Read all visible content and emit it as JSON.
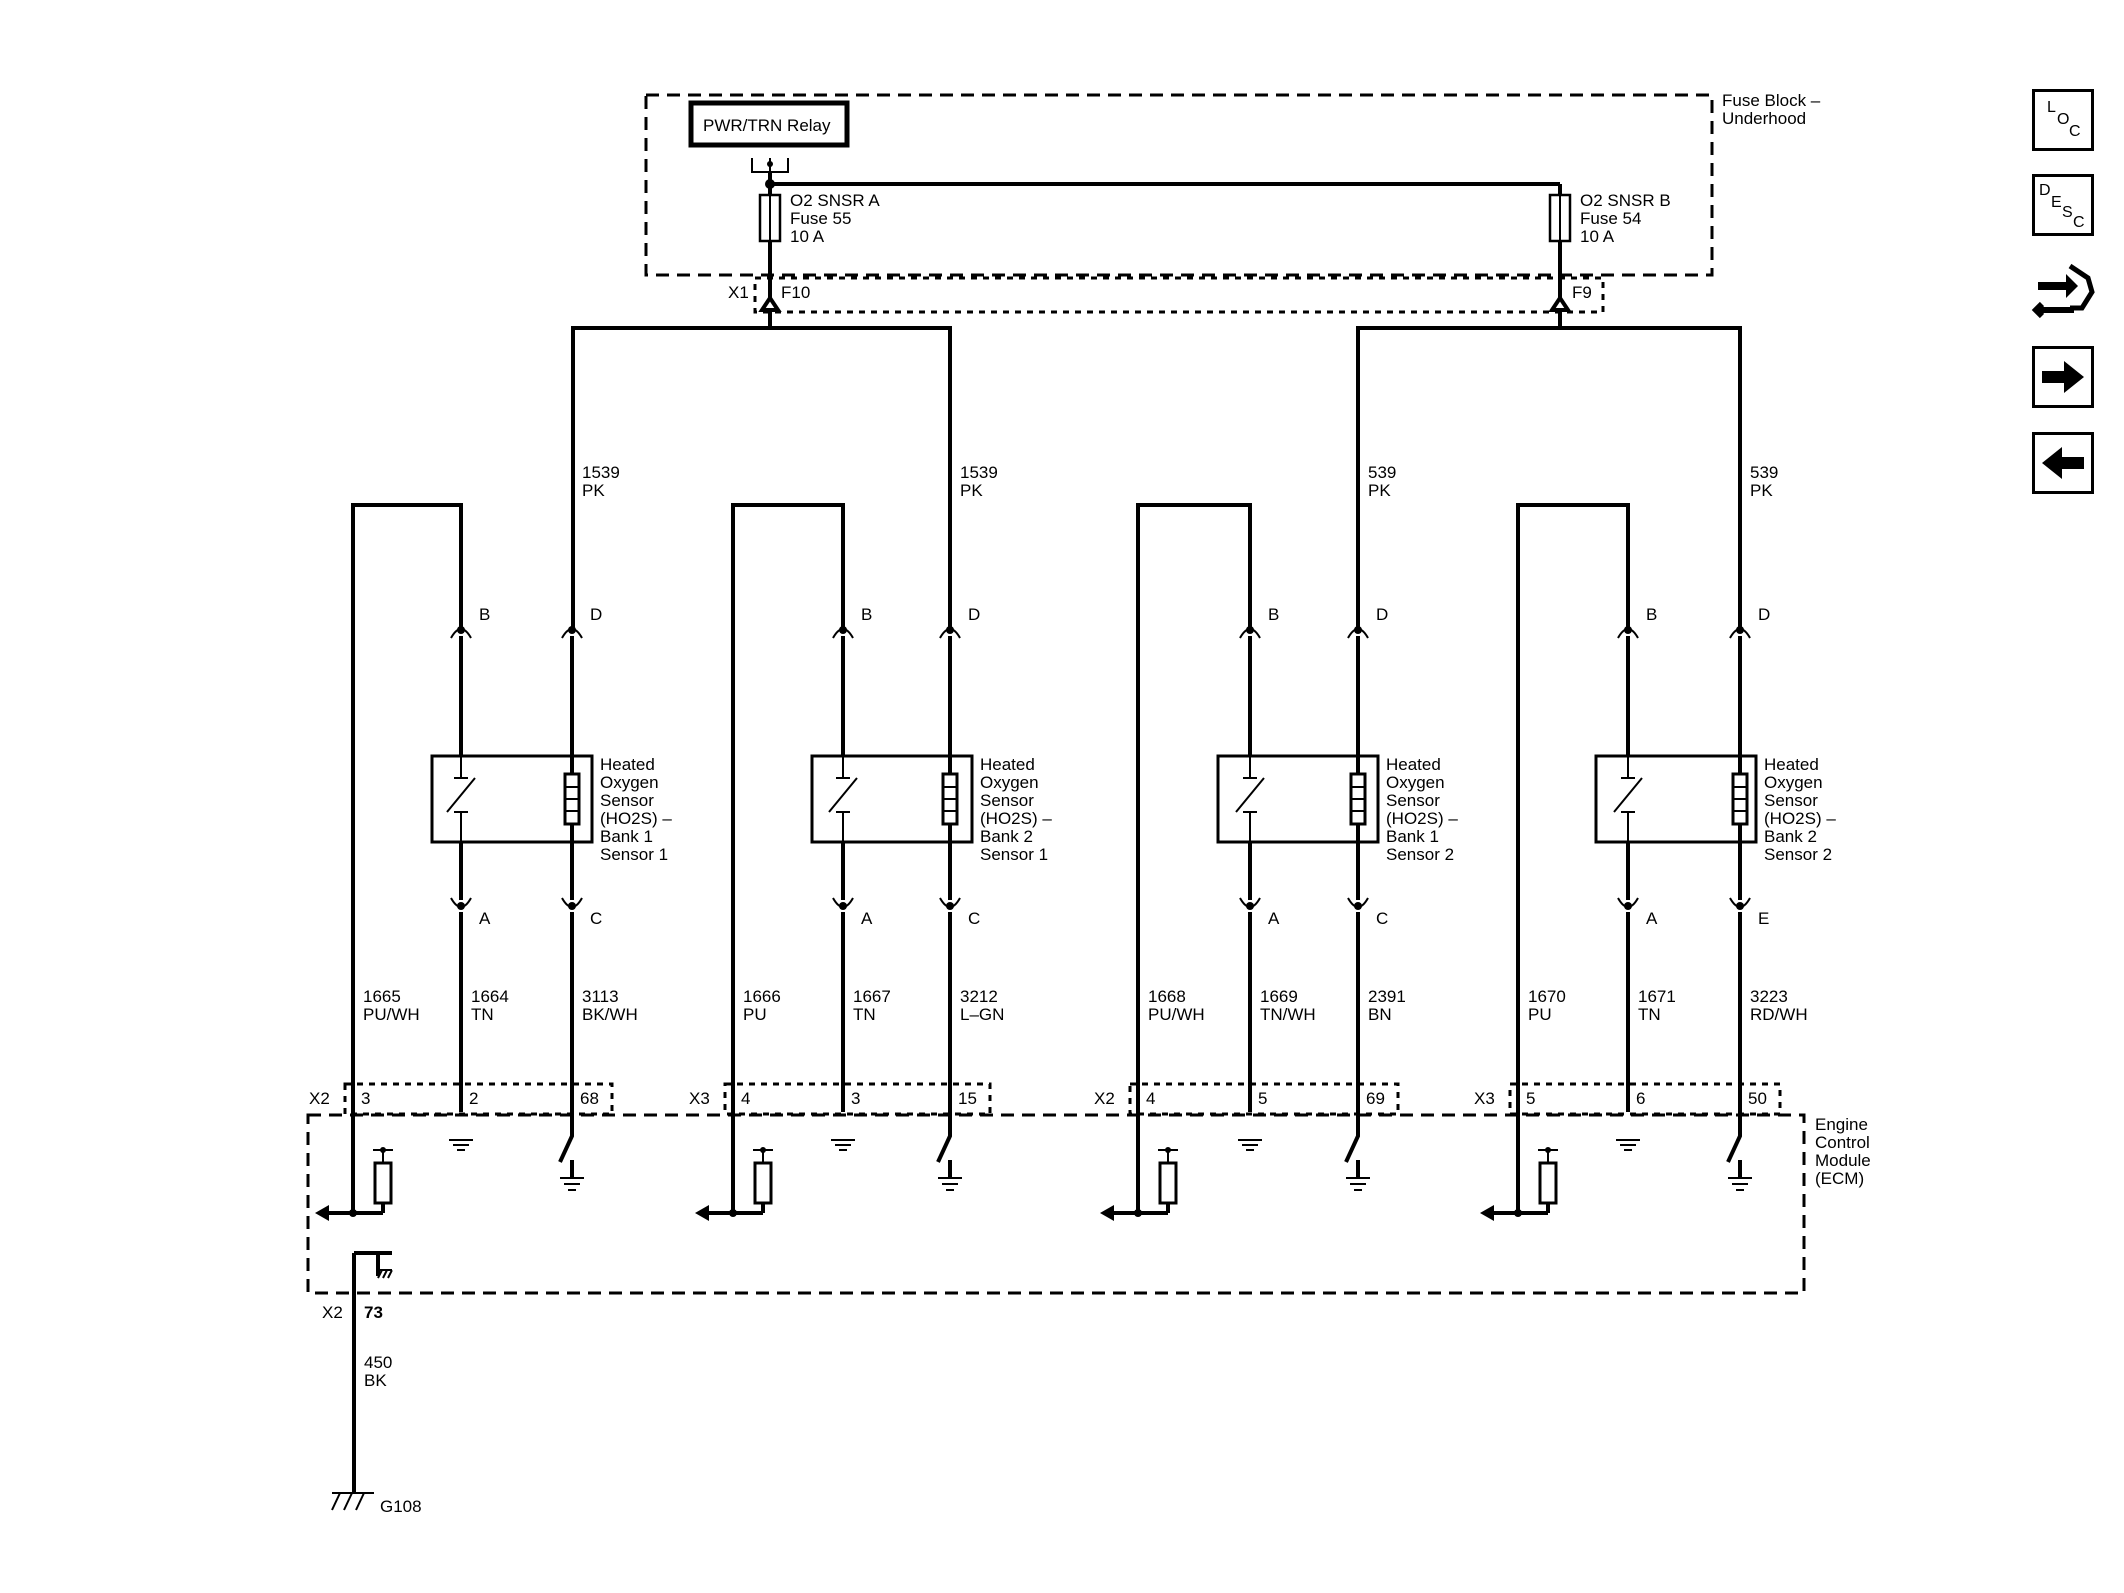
{
  "fuse_block": {
    "label_line1": "Fuse Block –",
    "label_line2": "Underhood",
    "relay": "PWR/TRN Relay",
    "fuse_a": {
      "line1": "O2 SNSR A",
      "line2": "Fuse 55",
      "line3": "10 A",
      "connector": "X1",
      "pin": "F10"
    },
    "fuse_b": {
      "line1": "O2 SNSR B",
      "line2": "Fuse 54",
      "line3": "10 A",
      "pin": "F9"
    }
  },
  "sensors": [
    {
      "name": [
        "Heated",
        "Oxygen",
        "Sensor",
        "(HO2S)  –",
        "Bank 1",
        "Sensor 1"
      ],
      "pins": {
        "top_left": "B",
        "top_right": "D",
        "bottom_left": "A",
        "bottom_right": "C"
      },
      "supply_wire": {
        "circuit": "1539",
        "color": "PK"
      },
      "wires": [
        {
          "circuit": "1665",
          "color": "PU/WH"
        },
        {
          "circuit": "1664",
          "color": "TN"
        },
        {
          "circuit": "3113",
          "color": "BK/WH"
        }
      ],
      "ecm_connector": "X2",
      "ecm_pins": [
        "3",
        "2",
        "68"
      ]
    },
    {
      "name": [
        "Heated",
        "Oxygen",
        "Sensor",
        "(HO2S)  –",
        "Bank 2",
        "Sensor 1"
      ],
      "pins": {
        "top_left": "B",
        "top_right": "D",
        "bottom_left": "A",
        "bottom_right": "C"
      },
      "supply_wire": {
        "circuit": "1539",
        "color": "PK"
      },
      "wires": [
        {
          "circuit": "1666",
          "color": "PU"
        },
        {
          "circuit": "1667",
          "color": "TN"
        },
        {
          "circuit": "3212",
          "color": "L–GN"
        }
      ],
      "ecm_connector": "X3",
      "ecm_pins": [
        "4",
        "3",
        "15"
      ]
    },
    {
      "name": [
        "Heated",
        "Oxygen",
        "Sensor",
        "(HO2S)  –",
        "Bank 1",
        "Sensor 2"
      ],
      "pins": {
        "top_left": "B",
        "top_right": "D",
        "bottom_left": "A",
        "bottom_right": "C"
      },
      "supply_wire": {
        "circuit": "539",
        "color": "PK"
      },
      "wires": [
        {
          "circuit": "1668",
          "color": "PU/WH"
        },
        {
          "circuit": "1669",
          "color": "TN/WH"
        },
        {
          "circuit": "2391",
          "color": "BN"
        }
      ],
      "ecm_connector": "X2",
      "ecm_pins": [
        "4",
        "5",
        "69"
      ]
    },
    {
      "name": [
        "Heated",
        "Oxygen",
        "Sensor",
        "(HO2S)  –",
        "Bank 2",
        "Sensor 2"
      ],
      "pins": {
        "top_left": "B",
        "top_right": "D",
        "bottom_left": "A",
        "bottom_right": "E"
      },
      "supply_wire": {
        "circuit": "539",
        "color": "PK"
      },
      "wires": [
        {
          "circuit": "1670",
          "color": "PU"
        },
        {
          "circuit": "1671",
          "color": "TN"
        },
        {
          "circuit": "3223",
          "color": "RD/WH"
        }
      ],
      "ecm_connector": "X3",
      "ecm_pins": [
        "5",
        "6",
        "50"
      ]
    }
  ],
  "ecm": {
    "label": [
      "Engine",
      "Control",
      "Module",
      "(ECM)"
    ],
    "ground_connector": "X2",
    "ground_pin": "73",
    "ground_wire": {
      "circuit": "450",
      "color": "BK"
    },
    "ground_point": "G108"
  },
  "nav_buttons": [
    {
      "icon": "loc-icon",
      "text": "LOC"
    },
    {
      "icon": "desc-icon",
      "text": "DESC"
    },
    {
      "icon": "connector-wrench-icon"
    },
    {
      "icon": "arrow-right-icon"
    },
    {
      "icon": "arrow-left-icon"
    }
  ]
}
